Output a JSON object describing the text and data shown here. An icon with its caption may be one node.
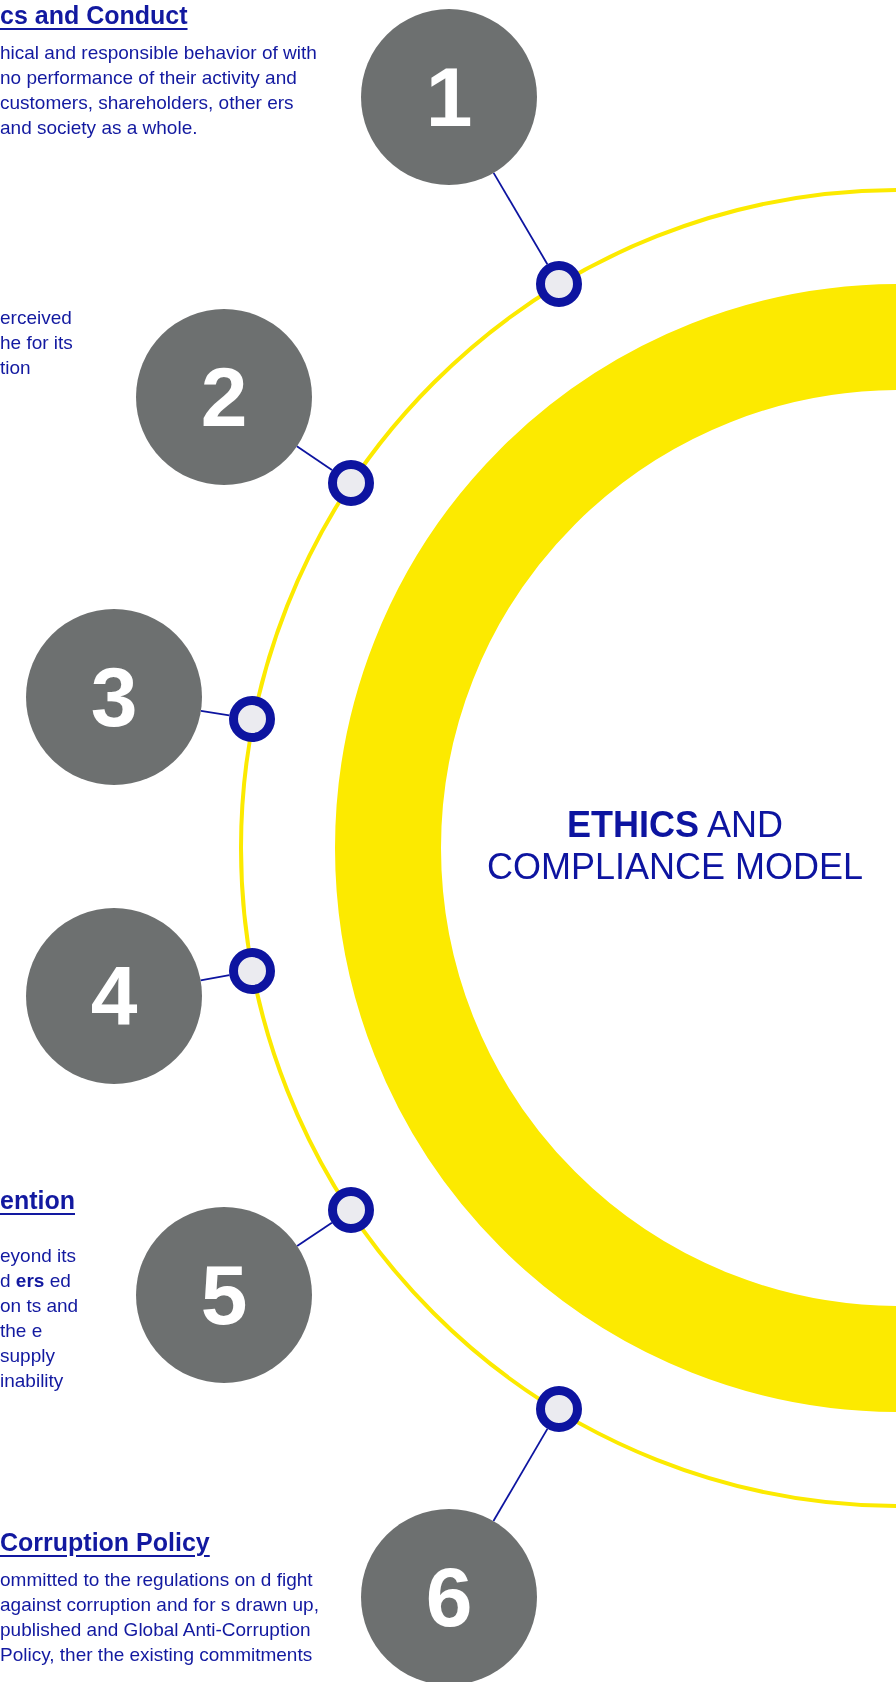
{
  "diagram": {
    "nodes": [
      {
        "text": [
          "**ETHICS** AND COMPLIANCE MODEL"
        ]
      },
      {
        "text": [
          "1"
        ],
        "beside": [
          "cs and Conduct",
          "hical and responsible behavior of with no performance of their activity and customers, shareholders, other ers and society as a whole."
        ]
      },
      {
        "text": [
          "2"
        ],
        "beside": [
          "erceived he for its tion"
        ]
      },
      {
        "text": [
          "3"
        ]
      },
      {
        "text": [
          "4"
        ]
      },
      {
        "text": [
          "5"
        ],
        "beside": [
          "ention",
          "eyond its d **ers** ed on ts and the e supply inability"
        ]
      },
      {
        "text": [
          "6"
        ],
        "beside": [
          "Corruption Policy",
          "ommitted to the regulations on d fight against corruption and for s drawn up, published and Global Anti-Corruption Policy, ther the existing commitments"
        ]
      },
      {
        "text": [],
        "shape": "circle"
      },
      {
        "text": [],
        "shape": "circle"
      },
      {
        "text": [],
        "shape": "circle"
      },
      {
        "text": [],
        "shape": "circle"
      },
      {
        "text": [],
        "shape": "circle"
      },
      {
        "text": [],
        "shape": "circle"
      }
    ],
    "edges": [
      {
        "from": 1,
        "to": 7,
        "arrow": "none"
      },
      {
        "from": 2,
        "to": 8,
        "arrow": "none"
      },
      {
        "from": 3,
        "to": 9,
        "arrow": "none"
      },
      {
        "from": 4,
        "to": 10,
        "arrow": "none"
      },
      {
        "from": 5,
        "to": 11,
        "arrow": "none"
      },
      {
        "from": 6,
        "to": 12,
        "arrow": "none"
      }
    ]
  }
}
